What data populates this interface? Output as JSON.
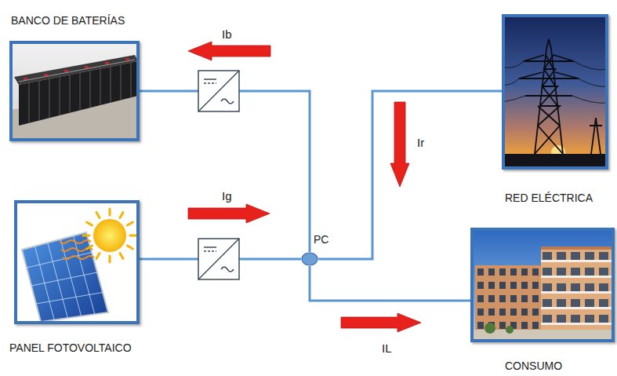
{
  "diagram": {
    "nodes": [
      {
        "text": [
          "BANCO DE BATERÍAS"
        ]
      },
      {
        "text": [
          "RED ELÉCTRICA"
        ]
      },
      {
        "text": [
          "PANEL FOTOVOLTAICO"
        ]
      },
      {
        "text": [
          "PC"
        ]
      },
      {
        "text": [
          "CONSUMO"
        ]
      }
    ],
    "edges": [
      {
        "from": 3,
        "to": 0,
        "arrow": "none",
        "label": "Ib"
      },
      {
        "from": 2,
        "to": 3,
        "arrow": "none",
        "label": "Ig"
      },
      {
        "from": 1,
        "to": 3,
        "arrow": "none",
        "label": "Ir"
      },
      {
        "from": 3,
        "to": 4,
        "arrow": "none",
        "label": "IL"
      }
    ]
  }
}
